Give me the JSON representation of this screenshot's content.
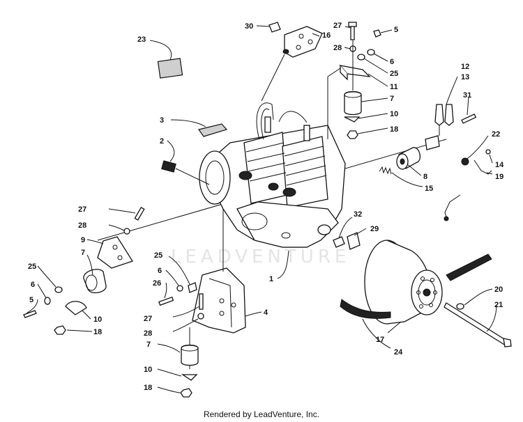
{
  "credit": "Rendered by LeadVenture, Inc.",
  "watermark": "LEADVENTURE",
  "callouts": {
    "c1": "1",
    "c2": "2",
    "c3": "3",
    "c4": "4",
    "c5a": "5",
    "c5b": "5",
    "c6a": "6",
    "c6b": "6",
    "c6c": "6",
    "c7a": "7",
    "c7b": "7",
    "c7c": "7",
    "c8": "8",
    "c9": "9",
    "c10a": "10",
    "c10b": "10",
    "c10c": "10",
    "c11": "11",
    "c12": "12",
    "c13": "13",
    "c14": "14",
    "c15": "15",
    "c16": "16",
    "c17": "17",
    "c18a": "18",
    "c18b": "18",
    "c18c": "18",
    "c19": "19",
    "c20": "20",
    "c21": "21",
    "c22": "22",
    "c23": "23",
    "c24": "24",
    "c25a": "25",
    "c25b": "25",
    "c25c": "25",
    "c26": "26",
    "c27a": "27",
    "c27b": "27",
    "c27c": "27",
    "c28a": "28",
    "c28b": "28",
    "c28c": "28",
    "c29": "29",
    "c30": "30",
    "c31": "31",
    "c32": "32"
  }
}
